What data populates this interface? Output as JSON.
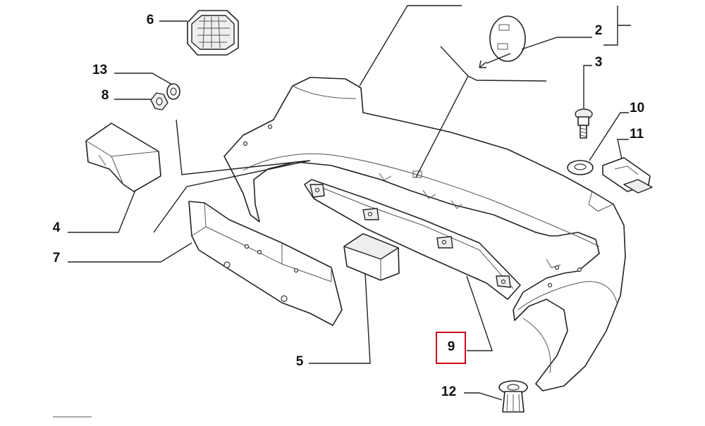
{
  "callouts": {
    "c2": "2",
    "c3": "3",
    "c4": "4",
    "c5": "5",
    "c6": "6",
    "c7": "7",
    "c8": "8",
    "c9": "9",
    "c10": "10",
    "c11": "11",
    "c12": "12",
    "c13": "13"
  },
  "highlighted_callout": "9",
  "colors": {
    "highlight": "#d0021b",
    "line": "#222222",
    "background": "#ffffff"
  }
}
